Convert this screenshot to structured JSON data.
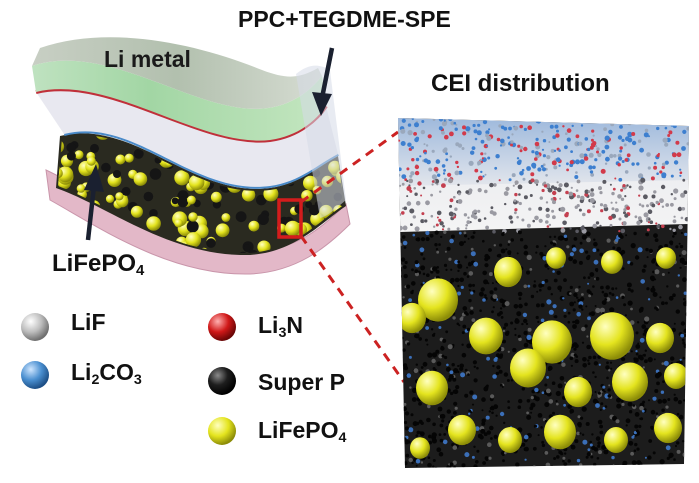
{
  "labels": {
    "li_metal": "Li metal",
    "electrolyte": "PPC+TEGDME-SPE",
    "cei_title": "CEI distribution",
    "cathode": {
      "main": "LiFePO",
      "sub": "4"
    }
  },
  "legend": [
    {
      "key": "lif",
      "parts": [
        [
          "LiF",
          ""
        ]
      ],
      "color": "#b9b9b9"
    },
    {
      "key": "li2co3",
      "parts": [
        [
          "Li",
          ""
        ],
        [
          "2",
          "sub"
        ],
        [
          "CO",
          ""
        ],
        [
          "3",
          "sub"
        ]
      ],
      "color": "#4a8fd0"
    },
    {
      "key": "li3n",
      "parts": [
        [
          "Li",
          ""
        ],
        [
          "3",
          "sub"
        ],
        [
          "N",
          ""
        ]
      ],
      "color": "#d01818"
    },
    {
      "key": "superp",
      "parts": [
        [
          "Super P",
          ""
        ]
      ],
      "color": "#1a1a1a"
    },
    {
      "key": "lfp",
      "parts": [
        [
          "LiFePO",
          ""
        ],
        [
          "4",
          "sub"
        ]
      ],
      "color": "#e4e41e"
    }
  ],
  "colors": {
    "li_metal_layer": "#a7d8a8",
    "interface_line": "#c0303a",
    "electrolyte_layer": "#e7e7ef",
    "separator_line": "#4a8ac8",
    "cathode_particle": "#e4e41e",
    "current_collector": "#e3b8c8",
    "highlight_box": "#d41c1c"
  }
}
